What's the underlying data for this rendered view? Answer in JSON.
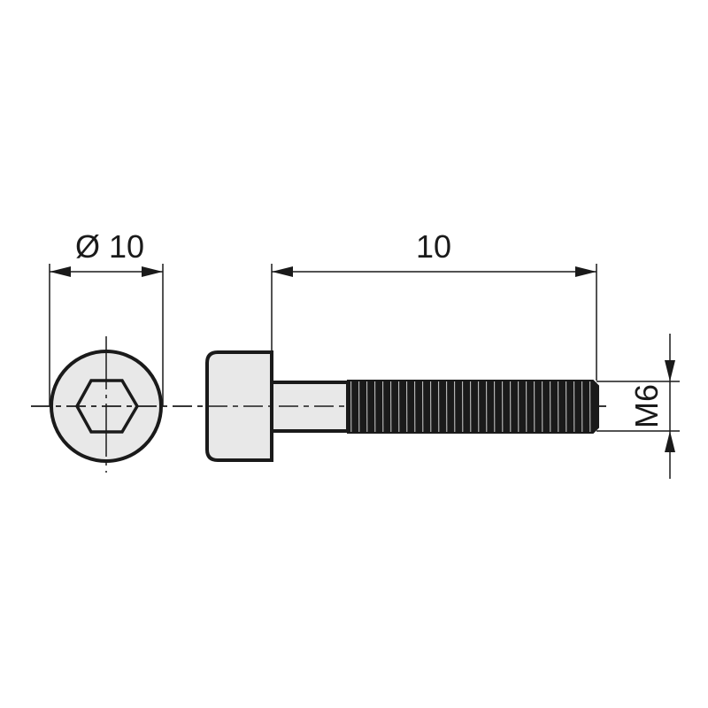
{
  "drawing": {
    "head_diameter_label": "Ø 10",
    "length_label": "10",
    "thread_label": "M6"
  },
  "colors": {
    "outline": "#1a1a1a",
    "fill": "#e8e8e8",
    "background": "#ffffff"
  }
}
